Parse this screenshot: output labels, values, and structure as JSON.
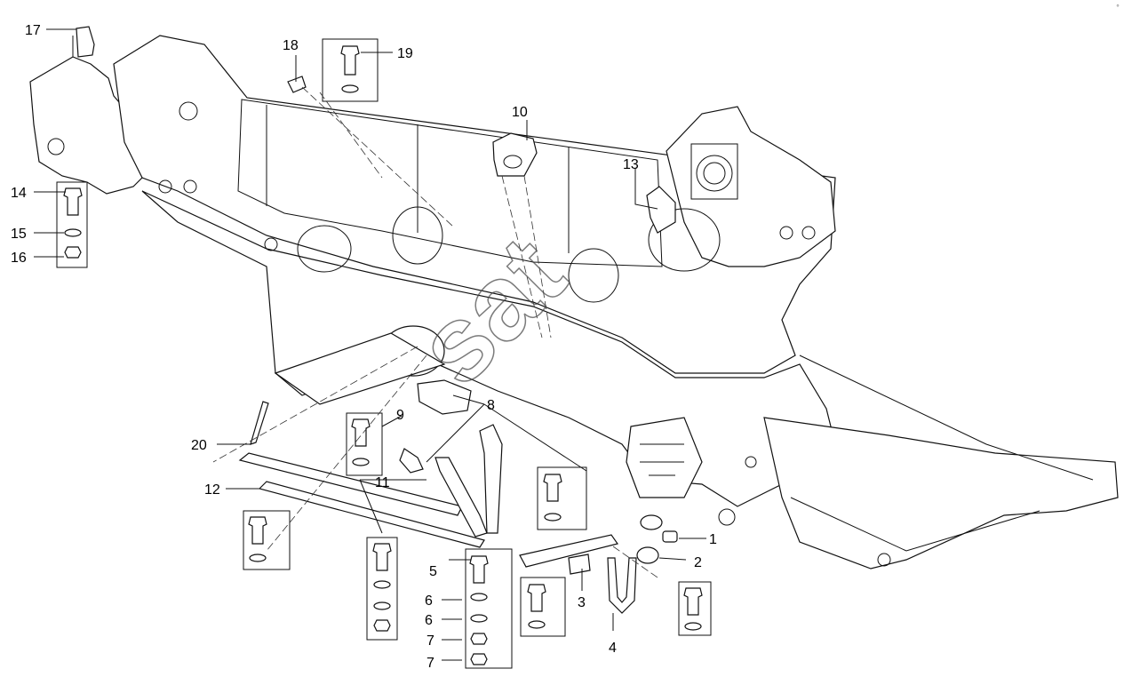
{
  "callouts": {
    "c1": "1",
    "c2": "2",
    "c3": "3",
    "c4": "4",
    "c5": "5",
    "c6a": "6",
    "c6b": "6",
    "c7a": "7",
    "c7b": "7",
    "c8": "8",
    "c9": "9",
    "c10": "10",
    "c11": "11",
    "c12": "12",
    "c13": "13",
    "c14": "14",
    "c15": "15",
    "c16": "16",
    "c17": "17",
    "c18": "18",
    "c19": "19",
    "c20": "20"
  },
  "watermark": {
    "text": "sat"
  },
  "corner_mark": "°",
  "colors": {
    "line": "#111111",
    "background": "#ffffff"
  }
}
